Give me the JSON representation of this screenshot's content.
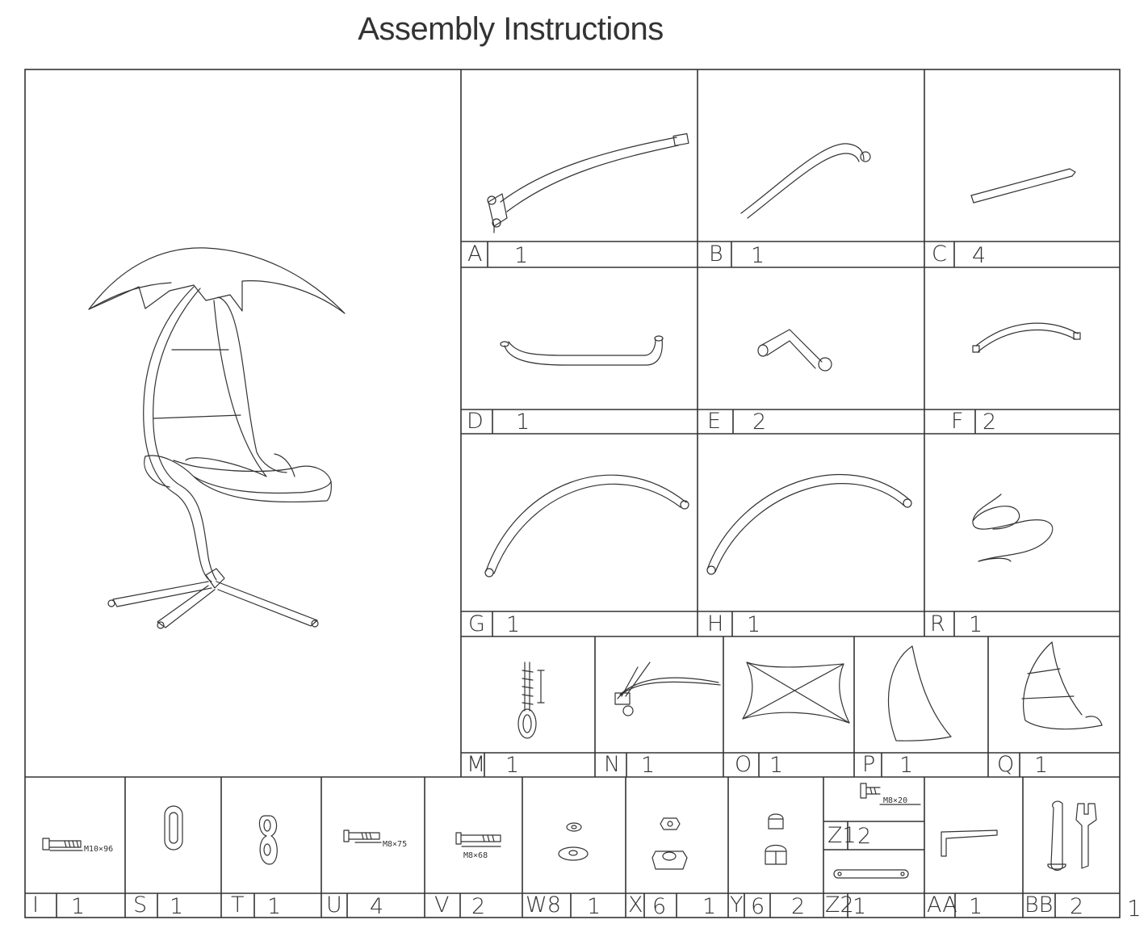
{
  "title": "Assembly Instructions",
  "page_number": "1",
  "parts": [
    {
      "id": "A",
      "qty": "1"
    },
    {
      "id": "B",
      "qty": "1"
    },
    {
      "id": "C",
      "qty": "4"
    },
    {
      "id": "D",
      "qty": "1"
    },
    {
      "id": "E",
      "qty": "2"
    },
    {
      "id": "F",
      "qty": "2"
    },
    {
      "id": "G",
      "qty": "1"
    },
    {
      "id": "H",
      "qty": "1"
    },
    {
      "id": "R",
      "qty": "1"
    },
    {
      "id": "M",
      "qty": "1"
    },
    {
      "id": "N",
      "qty": "1"
    },
    {
      "id": "O",
      "qty": "1"
    },
    {
      "id": "P",
      "qty": "1"
    },
    {
      "id": "Q",
      "qty": "1"
    }
  ],
  "hardware": [
    {
      "id": "I",
      "qty": "1",
      "size": "M10×96"
    },
    {
      "id": "S",
      "qty": "1"
    },
    {
      "id": "T",
      "qty": "1"
    },
    {
      "id": "U",
      "qty": "4",
      "size": "M8×75"
    },
    {
      "id": "V",
      "qty": "2",
      "size": "M8×68"
    },
    {
      "id": "W8",
      "qty": "1"
    },
    {
      "id": "X",
      "qty_a": "6",
      "qty": "1"
    },
    {
      "id": "Y",
      "qty_a": "6",
      "qty": "2"
    },
    {
      "id": "Z2",
      "qty": "1"
    },
    {
      "id": "AA",
      "qty": "1"
    },
    {
      "id": "BB",
      "qty": "2"
    }
  ],
  "z1": {
    "id": "Z1",
    "qty": "2",
    "size": "M8×20"
  }
}
